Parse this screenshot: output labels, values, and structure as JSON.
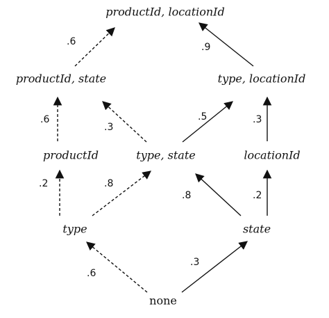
{
  "diagram": {
    "nodes": [
      {
        "id": "productId_locationId",
        "label": "productId, locationId",
        "style": "italic"
      },
      {
        "id": "productId_state",
        "label": "productId, state",
        "style": "italic"
      },
      {
        "id": "type_locationId",
        "label": "type, locationId",
        "style": "italic"
      },
      {
        "id": "productId",
        "label": "productId",
        "style": "italic"
      },
      {
        "id": "type_state",
        "label": "type, state",
        "style": "italic"
      },
      {
        "id": "locationId",
        "label": "locationId",
        "style": "italic"
      },
      {
        "id": "type",
        "label": "type",
        "style": "italic"
      },
      {
        "id": "state",
        "label": "state",
        "style": "italic"
      },
      {
        "id": "none",
        "label": "none",
        "style": "plain"
      }
    ],
    "edges": [
      {
        "from": "productId_state",
        "to": "productId_locationId",
        "label": ".6",
        "line": "dashed"
      },
      {
        "from": "type_locationId",
        "to": "productId_locationId",
        "label": ".9",
        "line": "solid"
      },
      {
        "from": "productId",
        "to": "productId_state",
        "label": ".6",
        "line": "dashed"
      },
      {
        "from": "type_state",
        "to": "productId_state",
        "label": ".3",
        "line": "dashed"
      },
      {
        "from": "type_state",
        "to": "type_locationId",
        "label": ".5",
        "line": "solid"
      },
      {
        "from": "locationId",
        "to": "type_locationId",
        "label": ".3",
        "line": "solid"
      },
      {
        "from": "type",
        "to": "productId",
        "label": ".2",
        "line": "dashed"
      },
      {
        "from": "type",
        "to": "type_state",
        "label": ".8",
        "line": "dashed"
      },
      {
        "from": "state",
        "to": "type_state",
        "label": ".8",
        "line": "solid"
      },
      {
        "from": "state",
        "to": "locationId",
        "label": ".2",
        "line": "solid"
      },
      {
        "from": "none",
        "to": "type",
        "label": ".6",
        "line": "dashed"
      },
      {
        "from": "none",
        "to": "state",
        "label": ".3",
        "line": "solid"
      }
    ]
  }
}
